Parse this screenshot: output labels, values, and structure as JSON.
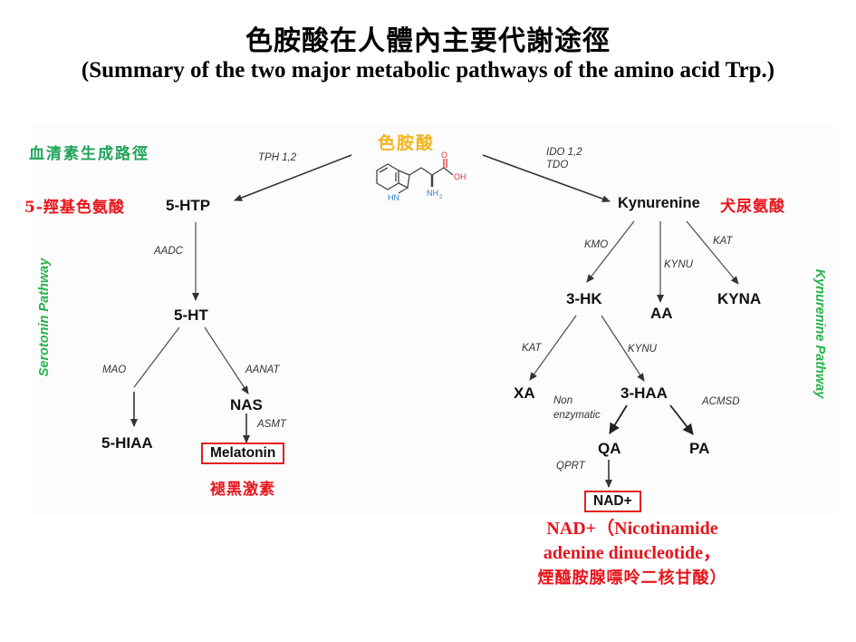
{
  "title": {
    "zh": "色胺酸在人體內主要代謝途徑",
    "en": "(Summary of the two major metabolic pathways of the amino acid Trp.)"
  },
  "colors": {
    "red": "#e8141b",
    "green": "#1fa35a",
    "pathway_green": "#27b34a",
    "yellow": "#f2b51c",
    "box_red": "#e02020",
    "molecule_oxygen": "#e03030",
    "molecule_nitrogen": "#2a7fd0"
  },
  "root": {
    "label_zh": "色胺酸",
    "molecule": {
      "oh": "OH",
      "o": "O",
      "nh": "HN",
      "nh2": "NH",
      "nh2_sub": "2"
    }
  },
  "serotonin": {
    "heading_zh": "血清素生成路徑",
    "pathway_label": "Serotonin Pathway",
    "enzymes": {
      "tph": "TPH 1,2",
      "aadc": "AADC",
      "mao": "MAO",
      "aanat": "AANAT",
      "asmt": "ASMT"
    },
    "nodes": {
      "htp": "5-HTP",
      "htp_zh": "5-羥基色氨酸",
      "ht": "5-HT",
      "hiaa": "5-HIAA",
      "nas": "NAS",
      "melatonin": "Melatonin",
      "melatonin_zh": "褪黑激素"
    }
  },
  "kynurenine": {
    "pathway_label": "Kynurenine Pathway",
    "enzymes": {
      "ido": "IDO 1,2",
      "tdo": "TDO",
      "kmo": "KMO",
      "kynu1": "KYNU",
      "kat1": "KAT",
      "kat2": "KAT",
      "kynu2": "KYNU",
      "non1": "Non",
      "non2": "enzymatic",
      "acmsd": "ACMSD",
      "qprt": "QPRT"
    },
    "nodes": {
      "kyn": "Kynurenine",
      "kyn_zh": "犬尿氨酸",
      "hk": "3-HK",
      "aa": "AA",
      "kyna": "KYNA",
      "xa": "XA",
      "haa": "3-HAA",
      "qa": "QA",
      "pa": "PA",
      "nad": "NAD+"
    },
    "nad_note": {
      "line1": "NAD+（Nicotinamide",
      "line2": "adenine dinucleotide，",
      "line3": "煙醯胺腺嘌呤二核甘酸）"
    }
  }
}
